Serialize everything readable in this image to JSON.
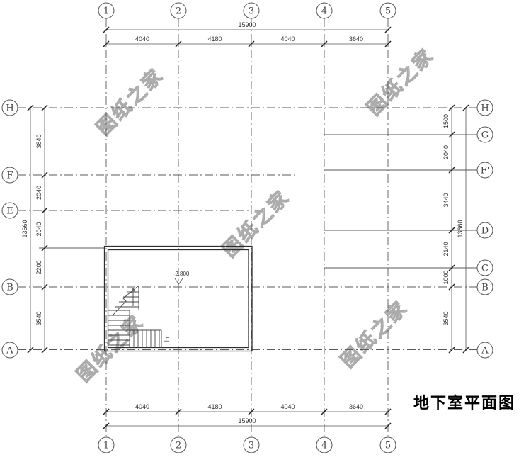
{
  "title": "地下室平面图",
  "watermark_text": "图纸之家",
  "annotations": {
    "elevation": "-2.800",
    "up": "上"
  },
  "axes": {
    "top": [
      "1",
      "2",
      "3",
      "4",
      "5"
    ],
    "bottom": [
      "1",
      "2",
      "3",
      "4",
      "5"
    ],
    "left": [
      "H",
      "F",
      "E",
      "B",
      "A"
    ],
    "right": [
      "H",
      "G",
      "F'",
      "D",
      "C",
      "B",
      "A"
    ]
  },
  "dims": {
    "top_segments": [
      "4040",
      "4180",
      "4040",
      "3640"
    ],
    "top_total": "15900",
    "bottom_segments": [
      "4040",
      "4180",
      "4040",
      "3640"
    ],
    "bottom_total": "15900",
    "left_segments": [
      "3840",
      "2040",
      "2040",
      "2200",
      "3540"
    ],
    "left_total": "13660",
    "right_segments": [
      "1500",
      "2040",
      "3440",
      "2140",
      "1000",
      "3540"
    ],
    "right_total": "13660"
  },
  "colors": {
    "grid_line": "#5a5a5a",
    "dim_line": "#555555",
    "tick": "#222222",
    "wall_line": "#2f2f2f",
    "stair_line": "#454545",
    "dim_text": "#333333",
    "axis_label": "#444444",
    "bubble_stroke": "#555555",
    "watermark": "#ababab",
    "title": "#000000"
  }
}
